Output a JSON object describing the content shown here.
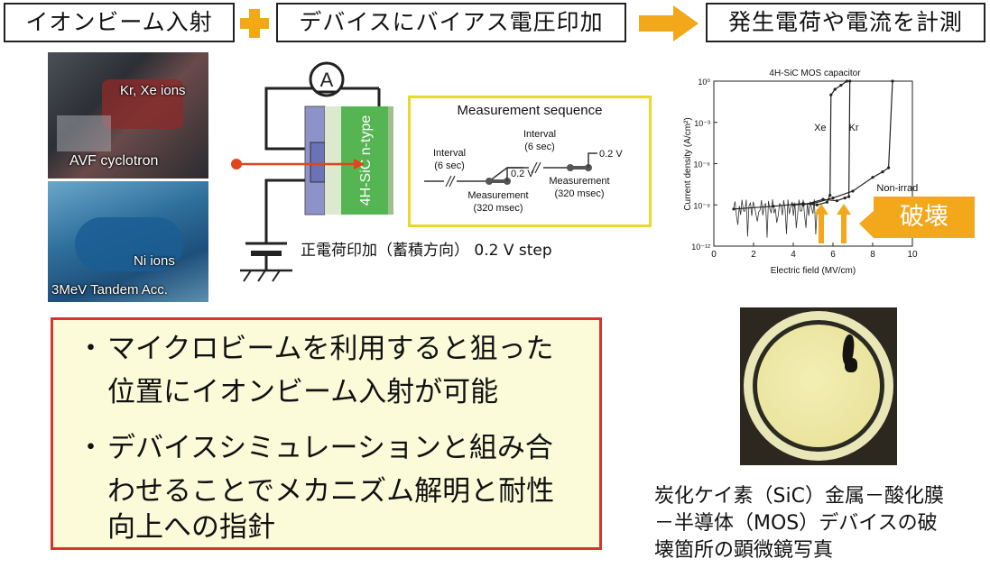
{
  "header": {
    "step1": "イオンビーム入射",
    "step2": "デバイスにバイアス電圧印加",
    "step3": "発生電荷や電流を計測",
    "plus_color": "#f3a71b",
    "arrow_color": "#f3a71b"
  },
  "photos": {
    "top": {
      "ions": "Kr, Xe ions",
      "name": "AVF cyclotron"
    },
    "bottom": {
      "ions": "Ni ions",
      "name": "3MeV Tandem Acc."
    }
  },
  "circuit": {
    "ammeter": "A",
    "device_label": "4H-SiC n-type",
    "caption": "正電荷印加（蓄積方向） 0.2 V step"
  },
  "sequence": {
    "title": "Measurement sequence",
    "interval_1": [
      "Interval",
      "(6 sec)"
    ],
    "interval_2": [
      "Interval",
      "(6 sec)"
    ],
    "measurement_1": [
      "Measurement",
      "(320 msec)"
    ],
    "measurement_2": [
      "Measurement",
      "(320 msec)"
    ],
    "step_1": "0.2 V",
    "step_2": "0.2 V"
  },
  "chart_data": {
    "type": "line",
    "title": "4H-SiC MOS capacitor",
    "xlabel": "Electric field (MV/cm)",
    "ylabel": "Current density (A/cm²)",
    "xlim": [
      0,
      10
    ],
    "ylim_log10": [
      -12,
      0
    ],
    "x_ticks": [
      "0",
      "2",
      "4",
      "6",
      "8",
      "10"
    ],
    "y_ticks": [
      "10⁰",
      "10⁻³",
      "10⁻⁶",
      "10⁻⁹",
      "10⁻¹²"
    ],
    "series": [
      {
        "name": "Xe",
        "x": [
          1.0,
          3.0,
          4.5,
          5.2,
          5.7,
          5.85,
          5.9,
          6.1,
          6.4,
          6.7
        ],
        "log10_y": [
          -9.3,
          -9.1,
          -8.9,
          -9.0,
          -8.8,
          -8.3,
          -1.0,
          -0.6,
          -0.3,
          0.0
        ]
      },
      {
        "name": "Kr",
        "x": [
          4.5,
          5.5,
          6.2,
          6.6,
          6.8,
          6.85
        ],
        "log10_y": [
          -9.0,
          -8.6,
          -8.7,
          -8.5,
          -8.4,
          0.0
        ]
      },
      {
        "name": "Non-irrad",
        "x": [
          4.0,
          5.0,
          6.0,
          7.0,
          8.0,
          8.5,
          8.8,
          9.0
        ],
        "log10_y": [
          -9.0,
          -8.9,
          -8.5,
          -8.0,
          -7.0,
          -6.6,
          -6.3,
          0.0
        ]
      }
    ],
    "annotation": "破壊",
    "annotation_color": "#f3a71b"
  },
  "bullets": {
    "items": [
      {
        "dot": "・",
        "lines": [
          "マイクロビームを利用すると狙った",
          "位置にイオンビーム入射が可能"
        ]
      },
      {
        "dot": "・",
        "lines": [
          "デバイスシミュレーションと組み合",
          "わせることでメカニズム解明と耐性",
          "向上への指針"
        ]
      }
    ]
  },
  "micro_caption": [
    "炭化ケイ素（SiC）金属－酸化膜",
    "－半導体（MOS）デバイスの破",
    "壊箇所の顕微鏡写真"
  ]
}
